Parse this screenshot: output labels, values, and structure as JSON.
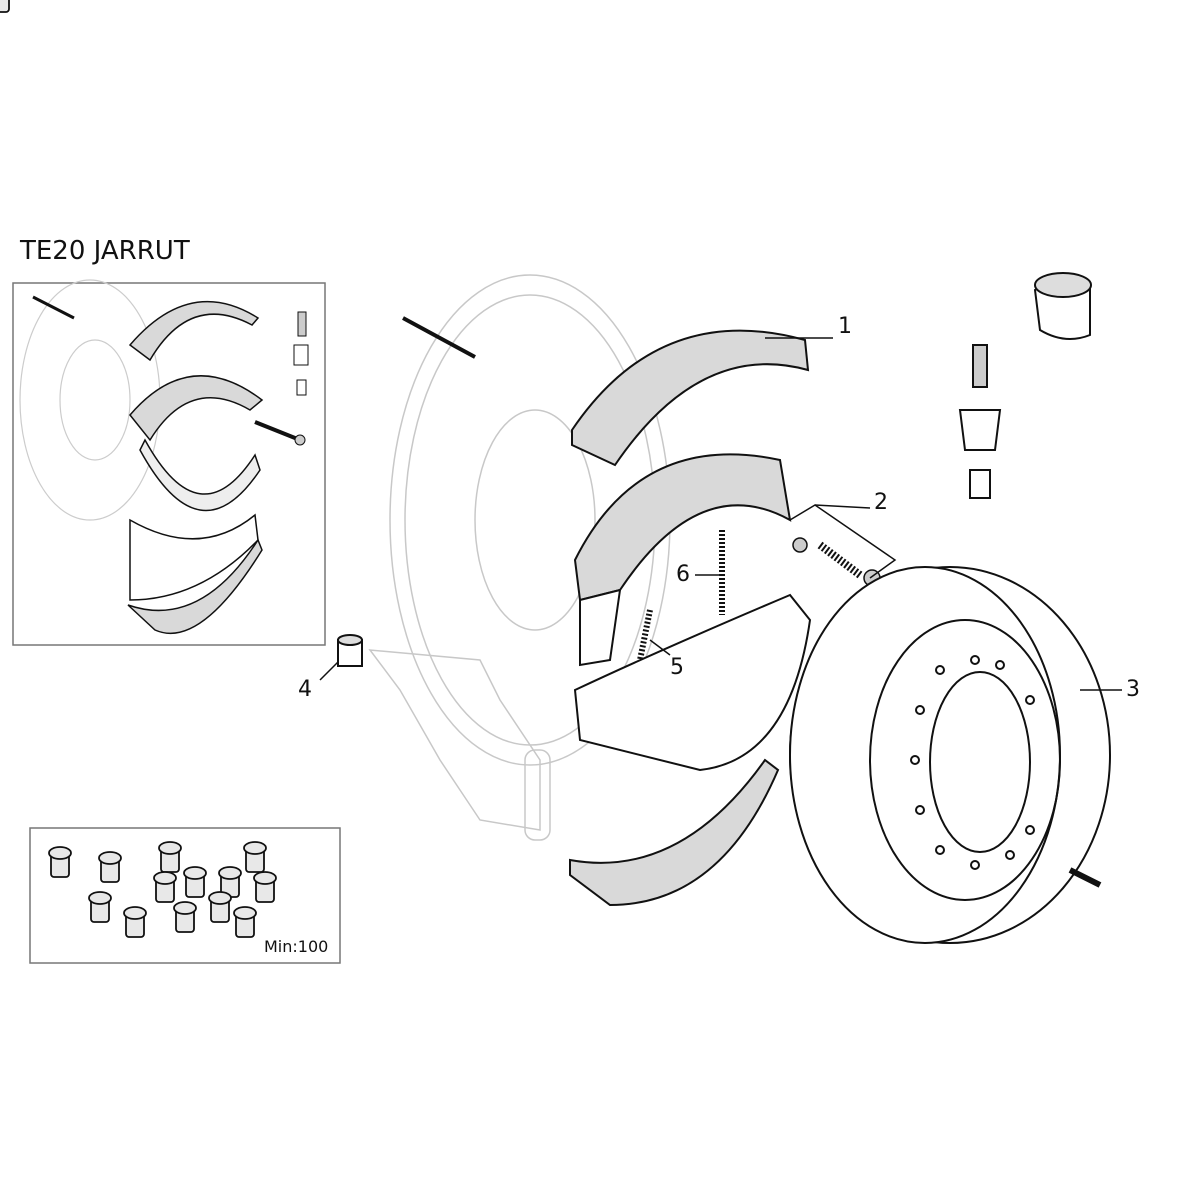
{
  "title": "TE20 JARRUT",
  "rivets_box": {
    "label": "Min:100"
  },
  "callouts": [
    "1",
    "2",
    "3",
    "4",
    "5",
    "6"
  ],
  "colors": {
    "lining": "#d9d9d9",
    "line": "#111111",
    "ghost": "#c8c8c8"
  }
}
